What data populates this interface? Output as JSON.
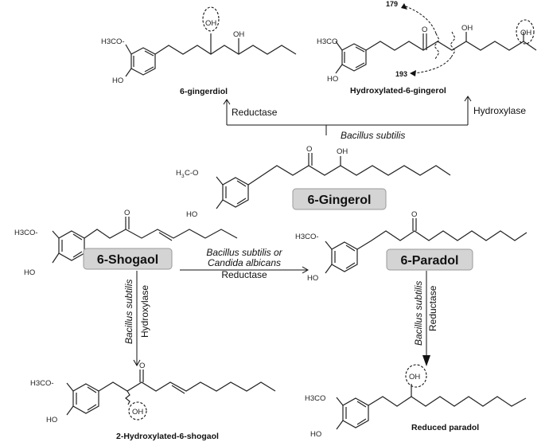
{
  "labels": {
    "gingerdiol": "6-gingerdiol",
    "hydroxylated_gingerol": "Hydroxylated-6-gingerol",
    "gingerol": "6-Gingerol",
    "shogaol": "6-Shogaol",
    "paradol": "6-Paradol",
    "hydroxylated_shogaol": "2-Hydroxylated-6-shogaol",
    "reduced_paradol": "Reduced paradol"
  },
  "reactions": {
    "top_organism": "Bacillus subtilis",
    "top_left_enzyme": "Reductase",
    "top_right_enzyme": "Hydroxylase",
    "mid_organism_line1": "Bacillus subtilis or",
    "mid_organism_line2": "Candida albicans",
    "mid_enzyme": "Reductase",
    "left_down_organism": "Bacillus subtilis",
    "left_down_enzyme": "Hydroxylase",
    "right_down_organism": "Bacillus subtilis",
    "right_down_enzyme": "Reductase"
  },
  "fragments": {
    "frag_a": "179",
    "frag_b": "193"
  },
  "atoms": {
    "oh": "OH",
    "ho": "HO",
    "o": "O",
    "h3co": "H3CO-",
    "h3co_left": "H3CO",
    "h3c": "H",
    "three": "3",
    "co": "C-O"
  }
}
